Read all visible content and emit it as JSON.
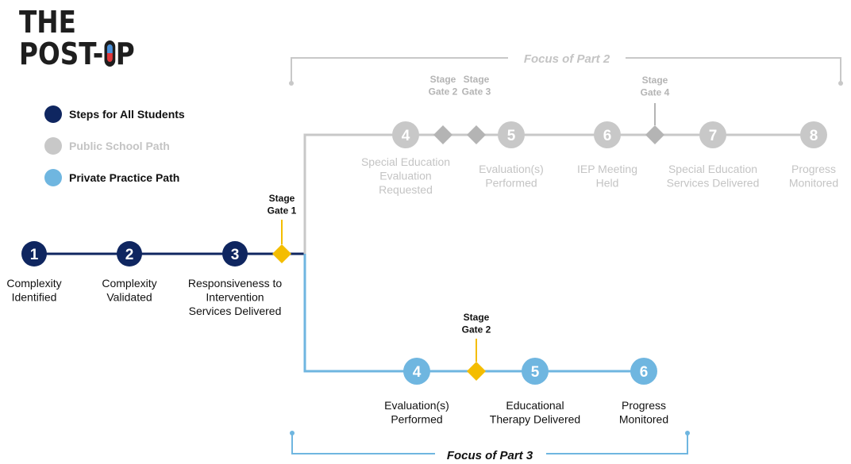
{
  "logo": {
    "line1": "THE",
    "line2_a": "POST-",
    "line2_b": "P"
  },
  "colors": {
    "navy": "#0f2660",
    "gray": "#c2c2c2",
    "blue": "#6fb6e0",
    "gold": "#f4bd00",
    "gate_gray": "#b4b4b4"
  },
  "legend": [
    {
      "label": "Steps for All Students",
      "color": "#0f2660",
      "text_color": "#111111"
    },
    {
      "label": "Public School Path",
      "color": "#c8c8c8",
      "text_color": "#c4c4c4"
    },
    {
      "label": "Private Practice Path",
      "color": "#6fb6e0",
      "text_color": "#111111"
    }
  ],
  "focus": {
    "part2": "Focus of Part 2",
    "part3": "Focus of Part 3"
  },
  "common_steps": [
    {
      "num": "1",
      "lines": [
        "Complexity",
        "Identified"
      ]
    },
    {
      "num": "2",
      "lines": [
        "Complexity",
        "Validated"
      ]
    },
    {
      "num": "3",
      "lines": [
        "Responsiveness to",
        "Intervention",
        "Services Delivered"
      ]
    }
  ],
  "public_steps": [
    {
      "num": "4",
      "lines": [
        "Special Education",
        "Evaluation",
        "Requested"
      ]
    },
    {
      "num": "5",
      "lines": [
        "Evaluation(s)",
        "Performed"
      ]
    },
    {
      "num": "6",
      "lines": [
        "IEP Meeting",
        "Held"
      ]
    },
    {
      "num": "7",
      "lines": [
        "Special Education",
        "Services Delivered"
      ]
    },
    {
      "num": "8",
      "lines": [
        "Progress",
        "Monitored"
      ]
    }
  ],
  "private_steps": [
    {
      "num": "4",
      "lines": [
        "Evaluation(s)",
        "Performed"
      ]
    },
    {
      "num": "5",
      "lines": [
        "Educational",
        "Therapy Delivered"
      ]
    },
    {
      "num": "6",
      "lines": [
        "Progress",
        "Monitored"
      ]
    }
  ],
  "gates": {
    "gate1": [
      "Stage",
      "Gate 1"
    ],
    "public_gate2": [
      "Stage",
      "Gate 2"
    ],
    "public_gate3": [
      "Stage",
      "Gate 3"
    ],
    "public_gate4": [
      "Stage",
      "Gate 4"
    ],
    "private_gate2": [
      "Stage",
      "Gate 2"
    ]
  }
}
